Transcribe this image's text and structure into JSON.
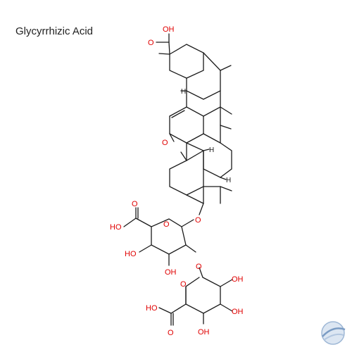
{
  "header": {
    "title": "Glycyrrhizic Acid"
  },
  "atoms": {
    "o": "O",
    "h": "H",
    "oh": "OH",
    "ho": "HO"
  },
  "colors": {
    "oxygen": "#e00000",
    "carbon": "#1a1a1a",
    "logo": "#9fb8d6"
  },
  "logo": {
    "icon": "globe-swoosh-icon"
  }
}
